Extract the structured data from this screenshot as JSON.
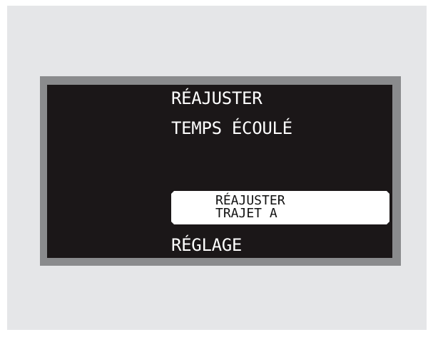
{
  "menu": {
    "line_1": "RÉAJUSTER",
    "line_2": "TEMPS ÉCOULÉ",
    "selected": {
      "line_1": "RÉAJUSTER",
      "line_2": "TRAJET A"
    },
    "line_3": "RÉGLAGE"
  }
}
